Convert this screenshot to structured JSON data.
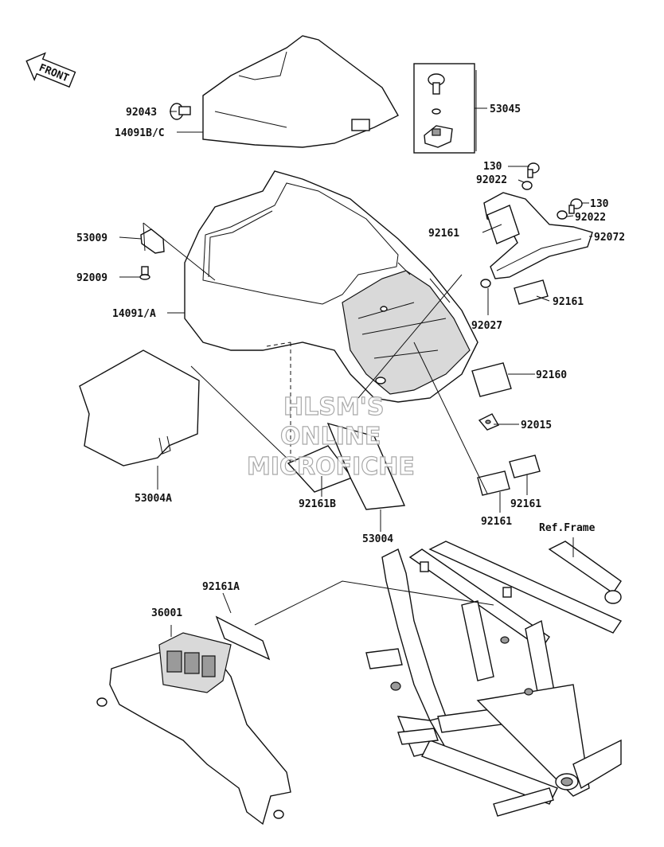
{
  "front_badge": "FRONT",
  "labels": {
    "p92043": "92043",
    "p14091bc": "14091B/C",
    "p53045": "53045",
    "p130a": "130",
    "p92022a": "92022",
    "p130b": "130",
    "p92022b": "92022",
    "p92161a": "92161",
    "p92072": "92072",
    "p53009": "53009",
    "p92009": "92009",
    "p14091a": "14091/A",
    "p92161b": "92161",
    "p92027": "92027",
    "p92160": "92160",
    "p92015": "92015",
    "p53004A": "53004A",
    "p92161B": "92161B",
    "p53004": "53004",
    "p92161c": "92161",
    "p92161d": "92161",
    "refframe": "Ref.Frame",
    "p92161A": "92161A",
    "p36001": "36001"
  },
  "watermark": {
    "line1": "HLSM'S",
    "line2": "ONLINE",
    "line3": "MICROFICHE"
  },
  "colors": {
    "ink": "#111111",
    "paper": "#ffffff",
    "shade": "#9a9a9a"
  }
}
